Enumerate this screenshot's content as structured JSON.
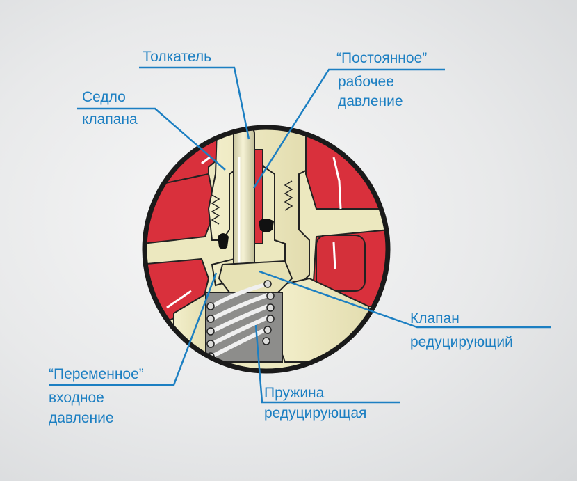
{
  "colors": {
    "accent": "#1c7fc2",
    "body_red": "#d9303c",
    "brass": "#ece8bf",
    "outline": "#222222",
    "background": "#e8e9ea"
  },
  "labels": {
    "tolkatel": "Толкатель",
    "postoyannoe_line1": "“Постоянное”",
    "postoyannoe_line2": "рабочее",
    "postoyannoe_line3": "давление",
    "sedlo_line1": "Седло",
    "sedlo_line2": "клапана",
    "klapan_line1": "Клапан",
    "klapan_line2": "редуцирующий",
    "peremennoe_line1": "“Переменное”",
    "peremennoe_line2": "входное",
    "peremennoe_line3": "давление",
    "pruzhina_line1": "Пружина",
    "pruzhina_line2": "редуцирующая"
  }
}
